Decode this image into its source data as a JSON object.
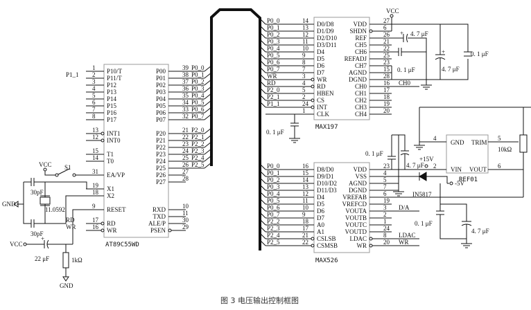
{
  "caption": "图 3   电压输出控制框图",
  "mcu": {
    "name": "AT89C55WD",
    "left_pins": [
      {
        "num": "1",
        "label": "P10/T",
        "net": ""
      },
      {
        "num": "2",
        "label": "P11/T",
        "net": "P1_1"
      },
      {
        "num": "3",
        "label": "P12",
        "net": ""
      },
      {
        "num": "4",
        "label": "P13",
        "net": ""
      },
      {
        "num": "5",
        "label": "P14",
        "net": ""
      },
      {
        "num": "6",
        "label": "P15",
        "net": ""
      },
      {
        "num": "7",
        "label": "P16",
        "net": ""
      },
      {
        "num": "8",
        "label": "P17",
        "net": ""
      },
      {
        "num": "13",
        "label": "INT1",
        "net": "",
        "bubble": true
      },
      {
        "num": "12",
        "label": "INT0",
        "net": "",
        "bubble": true
      },
      {
        "num": "15",
        "label": "T1",
        "net": ""
      },
      {
        "num": "14",
        "label": "T0",
        "net": ""
      },
      {
        "num": "31",
        "label": "EA/VP",
        "net": ""
      },
      {
        "num": "19",
        "label": "X1",
        "net": ""
      },
      {
        "num": "18",
        "label": "X2",
        "net": ""
      },
      {
        "num": "9",
        "label": "RESET",
        "net": ""
      },
      {
        "num": "17",
        "label": "RD",
        "net": "RD",
        "bubble": true
      },
      {
        "num": "16",
        "label": "WR",
        "net": "WR",
        "bubble": true
      }
    ],
    "right_pins": [
      {
        "num": "39",
        "label": "P00",
        "net": "P0_0"
      },
      {
        "num": "38",
        "label": "P01",
        "net": "P0_1"
      },
      {
        "num": "37",
        "label": "P02",
        "net": "P0_2"
      },
      {
        "num": "36",
        "label": "P03",
        "net": "P0_3"
      },
      {
        "num": "35",
        "label": "P04",
        "net": "P0_4"
      },
      {
        "num": "34",
        "label": "P05",
        "net": "P0_5"
      },
      {
        "num": "33",
        "label": "P06",
        "net": "P0_6"
      },
      {
        "num": "32",
        "label": "P07",
        "net": "P0_7"
      },
      {
        "num": "21",
        "label": "P20",
        "net": "P2_0"
      },
      {
        "num": "22",
        "label": "P21",
        "net": "P2_1"
      },
      {
        "num": "23",
        "label": "P22",
        "net": "P2_2"
      },
      {
        "num": "24",
        "label": "P23",
        "net": "P2_3"
      },
      {
        "num": "25",
        "label": "P24",
        "net": "P2_4"
      },
      {
        "num": "26",
        "label": "P25",
        "net": "P2_5"
      },
      {
        "num": "27",
        "label": "P26",
        "net": ""
      },
      {
        "num": "28",
        "label": "P27",
        "net": ""
      },
      {
        "num": "10",
        "label": "RXD",
        "net": ""
      },
      {
        "num": "11",
        "label": "TXD",
        "net": ""
      },
      {
        "num": "30",
        "label": "ALE/P",
        "net": ""
      },
      {
        "num": "29",
        "label": "PSEN",
        "net": "",
        "bubble": true
      }
    ]
  },
  "adc": {
    "name": "MAX197",
    "left_pins": [
      {
        "num": "14",
        "label": "D0/D8",
        "net": "P0_0"
      },
      {
        "num": "13",
        "label": "D1/D9",
        "net": "P0_1"
      },
      {
        "num": "12",
        "label": "D2/D10",
        "net": "P0_2"
      },
      {
        "num": "11",
        "label": "D3/D11",
        "net": "P0_3"
      },
      {
        "num": "10",
        "label": "D4",
        "net": "P0_4"
      },
      {
        "num": "9",
        "label": "D5",
        "net": "P0_5"
      },
      {
        "num": "8",
        "label": "D6",
        "net": "P0_6"
      },
      {
        "num": "7",
        "label": "D7",
        "net": "P0_7"
      },
      {
        "num": "3",
        "label": "WR",
        "net": "WR",
        "bubble": true
      },
      {
        "num": "4",
        "label": "RD",
        "net": "RD",
        "bubble": true
      },
      {
        "num": "5",
        "label": "HBEN",
        "net": "P2_0"
      },
      {
        "num": "2",
        "label": "CS",
        "net": "P2_1",
        "bubble": true
      },
      {
        "num": "24",
        "label": "INT",
        "net": "P1_1",
        "bubble": true
      },
      {
        "num": "1",
        "label": "CLK",
        "net": ""
      }
    ],
    "right_pins": [
      {
        "num": "27",
        "label": "VDD",
        "net": ""
      },
      {
        "num": "6",
        "label": "SHDN",
        "net": "",
        "bubble": true
      },
      {
        "num": "26",
        "label": "REF",
        "net": ""
      },
      {
        "num": "21",
        "label": "CH5",
        "net": ""
      },
      {
        "num": "22",
        "label": "CH6",
        "net": ""
      },
      {
        "num": "25",
        "label": "REFADJ",
        "net": ""
      },
      {
        "num": "23",
        "label": "CH7",
        "net": ""
      },
      {
        "num": "15",
        "label": "AGND",
        "net": ""
      },
      {
        "num": "28",
        "label": "DGND",
        "net": ""
      },
      {
        "num": "16",
        "label": "CH0",
        "net": "CH0"
      },
      {
        "num": "17",
        "label": "CH1",
        "net": ""
      },
      {
        "num": "18",
        "label": "CH2",
        "net": ""
      },
      {
        "num": "19",
        "label": "CH3",
        "net": ""
      },
      {
        "num": "20",
        "label": "CH4",
        "net": ""
      }
    ]
  },
  "dac": {
    "name": "MAX526",
    "left_pins": [
      {
        "num": "16",
        "label": "D8/D0",
        "net": "P0_0"
      },
      {
        "num": "15",
        "label": "D9/D1",
        "net": "P0_1"
      },
      {
        "num": "14",
        "label": "D10/D2",
        "net": "P0_2"
      },
      {
        "num": "13",
        "label": "D11/D3",
        "net": "P0_3"
      },
      {
        "num": "12",
        "label": "D4",
        "net": "P0_4"
      },
      {
        "num": "11",
        "label": "D5",
        "net": "P0_5"
      },
      {
        "num": "10",
        "label": "D6",
        "net": "P0_6"
      },
      {
        "num": "9",
        "label": "D7",
        "net": "P0_7"
      },
      {
        "num": "18",
        "label": "A0",
        "net": "P2_2"
      },
      {
        "num": "17",
        "label": "A1",
        "net": "P2_3"
      },
      {
        "num": "21",
        "label": "CSLSB",
        "net": "P2_4",
        "bubble": true
      },
      {
        "num": "22",
        "label": "CSMSB",
        "net": "P2_5",
        "bubble": true
      }
    ],
    "right_pins": [
      {
        "num": "23",
        "label": "VDD",
        "net": ""
      },
      {
        "num": "4",
        "label": "VSS",
        "net": ""
      },
      {
        "num": "5",
        "label": "AGND",
        "net": ""
      },
      {
        "num": "7",
        "label": "DGND",
        "net": ""
      },
      {
        "num": "6",
        "label": "VREFAB",
        "net": ""
      },
      {
        "num": "19",
        "label": "VREFCD",
        "net": ""
      },
      {
        "num": "3",
        "label": "VOUTA",
        "net": "D/A"
      },
      {
        "num": "2",
        "label": "VOUTB",
        "net": ""
      },
      {
        "num": "1",
        "label": "VOUTC",
        "net": ""
      },
      {
        "num": "24",
        "label": "VOUTD",
        "net": ""
      },
      {
        "num": "8",
        "label": "LDAC",
        "net": "LDAC",
        "bubble": true
      },
      {
        "num": "20",
        "label": "WR",
        "net": "WR",
        "bubble": true
      }
    ]
  },
  "ref": {
    "name": "REF01",
    "pins": {
      "gnd": "GND",
      "trim": "TRIM",
      "vin": "VIN",
      "vout": "VOUT"
    },
    "pin_nums": {
      "gnd": "4",
      "trim": "5",
      "vin": "2",
      "vout": "6"
    }
  },
  "labels": {
    "vcc": "VCC",
    "gnd": "GND",
    "s1": "S1",
    "c30pf": "30pF",
    "crystal": "11.0592",
    "c22uf": "22 μF",
    "r1k": "1kΩ",
    "c47": "4. 7 μF",
    "c01": "0. 1 μF",
    "r10k": "10kΩ",
    "p15v": "+15V",
    "m5v": "-5V",
    "diode": "IN5817",
    "plus": "+"
  }
}
